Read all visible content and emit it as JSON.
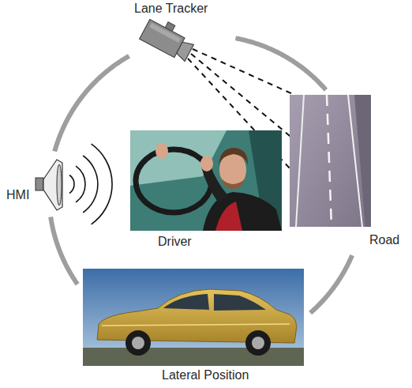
{
  "diagram": {
    "nodes": [
      {
        "text": [
          "Lane Tracker"
        ]
      },
      {
        "text": [
          "HMI"
        ]
      },
      {
        "text": [
          "Driver"
        ]
      },
      {
        "text": [
          "Road"
        ]
      },
      {
        "text": [
          "Lateral Position"
        ]
      }
    ],
    "edges": [
      {
        "from": 0,
        "to": 3,
        "arrow": "none"
      },
      {
        "from": 3,
        "to": 4,
        "arrow": "none"
      },
      {
        "from": 4,
        "to": 1,
        "arrow": "none"
      },
      {
        "from": 1,
        "to": 0,
        "arrow": "none"
      }
    ]
  }
}
